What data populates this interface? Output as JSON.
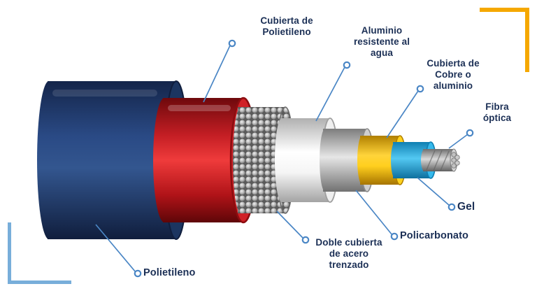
{
  "diagram": {
    "subject": "fiber-optic-cable-cutaway",
    "labels": {
      "cubierta_polietileno": "Cubierta de\nPolietileno",
      "aluminio": "Aluminio\nresistente al\nagua",
      "cubierta_cobre": "Cubierta de\nCobre o\naluminio",
      "fibra_optica": "Fibra\nóptica",
      "gel": "Gel",
      "policarbonato": "Policarbonato",
      "doble_cubierta": "Doble cubierta\nde acero\ntrenzado",
      "polietileno": "Polietileno"
    },
    "colors": {
      "outer_jacket_navy": "#1f3a68",
      "red_sheath": "#d6191f",
      "steel_braid_gray": "#9a9a9a",
      "aluminum_white": "#f2f2f2",
      "polycarbonate_silver": "#cfcfcf",
      "copper_sheath_yellow": "#ffd21e",
      "gel_cyan": "#35b9ec",
      "fiber_gray": "#c2c2c2",
      "label_text": "#1b2f55",
      "leader_line_blue": "#4a86c5",
      "corner_orange": "#f5a800",
      "corner_light_blue": "#78aeda"
    }
  }
}
